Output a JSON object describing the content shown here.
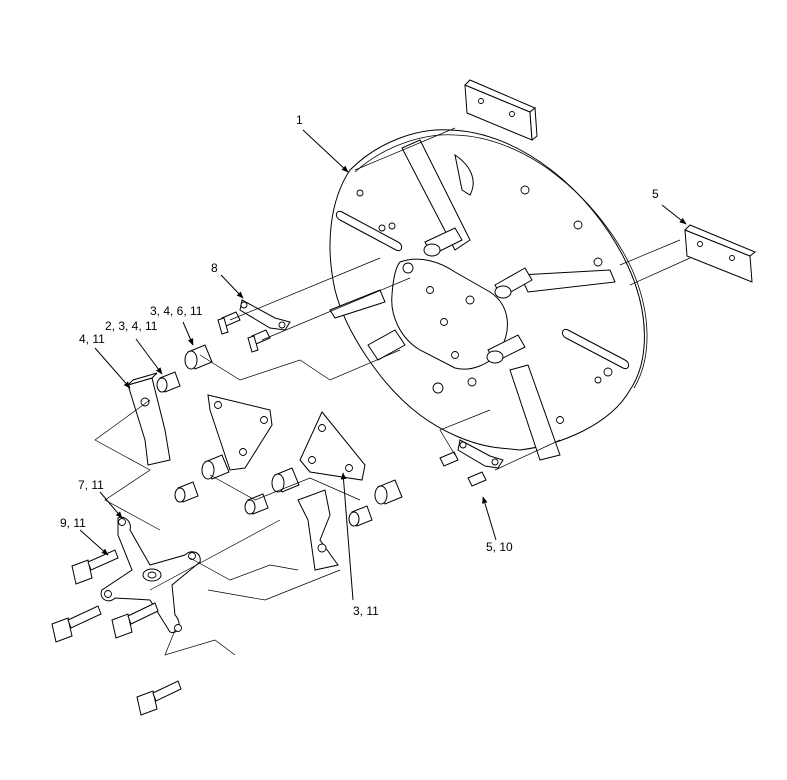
{
  "callouts": [
    {
      "id": "c1",
      "text": "1"
    },
    {
      "id": "c5top",
      "text": "5"
    },
    {
      "id": "c8",
      "text": "8"
    },
    {
      "id": "c34611",
      "text": "3, 4, 6, 11"
    },
    {
      "id": "c23411",
      "text": "2, 3, 4, 11"
    },
    {
      "id": "c411",
      "text": "4, 11"
    },
    {
      "id": "c711",
      "text": "7, 11"
    },
    {
      "id": "c911",
      "text": "9, 11"
    },
    {
      "id": "c510",
      "text": "5, 10"
    },
    {
      "id": "c311",
      "text": "3, 11"
    }
  ]
}
